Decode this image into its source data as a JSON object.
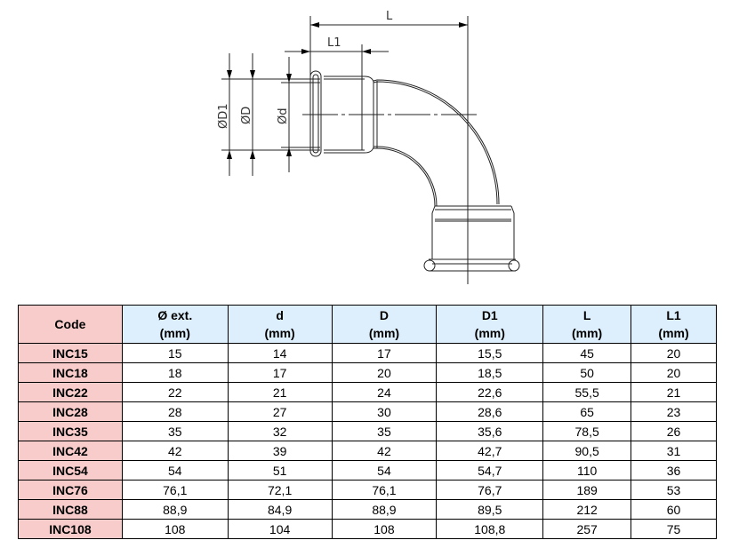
{
  "drawing": {
    "labels": {
      "L": "L",
      "L1": "L1",
      "D1": "ØD1",
      "D": "ØD",
      "d": "Ød"
    }
  },
  "table": {
    "headers": [
      {
        "line1": "Code",
        "line2": ""
      },
      {
        "line1": "Ø ext.",
        "line2": "(mm)"
      },
      {
        "line1": "d",
        "line2": "(mm)"
      },
      {
        "line1": "D",
        "line2": "(mm)"
      },
      {
        "line1": "D1",
        "line2": "(mm)"
      },
      {
        "line1": "L",
        "line2": "(mm)"
      },
      {
        "line1": "L1",
        "line2": "(mm)"
      }
    ],
    "rows": [
      [
        "INC15",
        "15",
        "14",
        "17",
        "15,5",
        "45",
        "20"
      ],
      [
        "INC18",
        "18",
        "17",
        "20",
        "18,5",
        "50",
        "20"
      ],
      [
        "INC22",
        "22",
        "21",
        "24",
        "22,6",
        "55,5",
        "21"
      ],
      [
        "INC28",
        "28",
        "27",
        "30",
        "28,6",
        "65",
        "23"
      ],
      [
        "INC35",
        "35",
        "32",
        "35",
        "35,6",
        "78,5",
        "26"
      ],
      [
        "INC42",
        "42",
        "39",
        "42",
        "42,7",
        "90,5",
        "31"
      ],
      [
        "INC54",
        "54",
        "51",
        "54",
        "54,7",
        "110",
        "36"
      ],
      [
        "INC76",
        "76,1",
        "72,1",
        "76,1",
        "76,7",
        "189",
        "53"
      ],
      [
        "INC88",
        "88,9",
        "84,9",
        "88,9",
        "89,5",
        "212",
        "60"
      ],
      [
        "INC108",
        "108",
        "104",
        "108",
        "108,8",
        "257",
        "75"
      ]
    ],
    "colors": {
      "header_bg": "#ddeefc",
      "code_bg": "#f7cccb"
    }
  }
}
